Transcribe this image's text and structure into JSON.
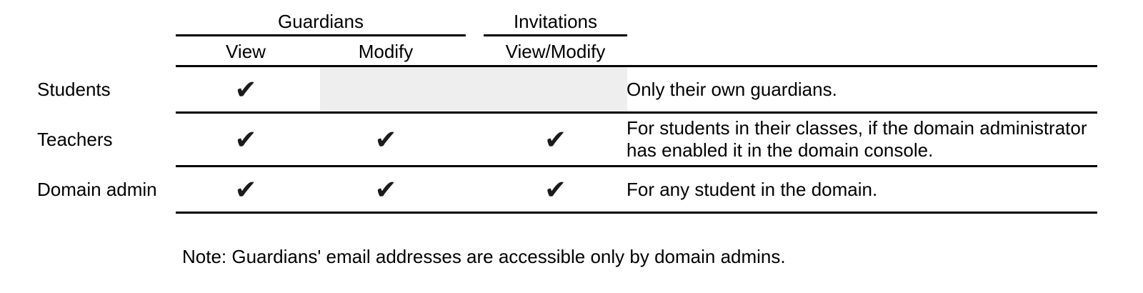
{
  "table": {
    "groups": [
      {
        "label": "Guardians"
      },
      {
        "label": "Invitations"
      }
    ],
    "columns": [
      "View",
      "Modify",
      "View/Modify"
    ],
    "rows": [
      {
        "label": "Students",
        "view": "✔",
        "modify": "",
        "view_modify": "",
        "notes": [
          "Only their own guardians."
        ]
      },
      {
        "label": "Teachers",
        "view": "✔",
        "modify": "✔",
        "view_modify": "✔",
        "notes": [
          "For students in their classes, if the domain administrator",
          "has enabled it in the domain console."
        ]
      },
      {
        "label": "Domain admin",
        "view": "✔",
        "modify": "✔",
        "view_modify": "✔",
        "notes": [
          "For any student in the domain."
        ]
      }
    ],
    "footnote": "Note: Guardians' email addresses are accessible only by domain admins."
  },
  "colors": {
    "background": "#ffffff",
    "text": "#000000",
    "rule": "#000000",
    "check": "#1b1b1b",
    "disabled_cell": "#eeeeee"
  }
}
